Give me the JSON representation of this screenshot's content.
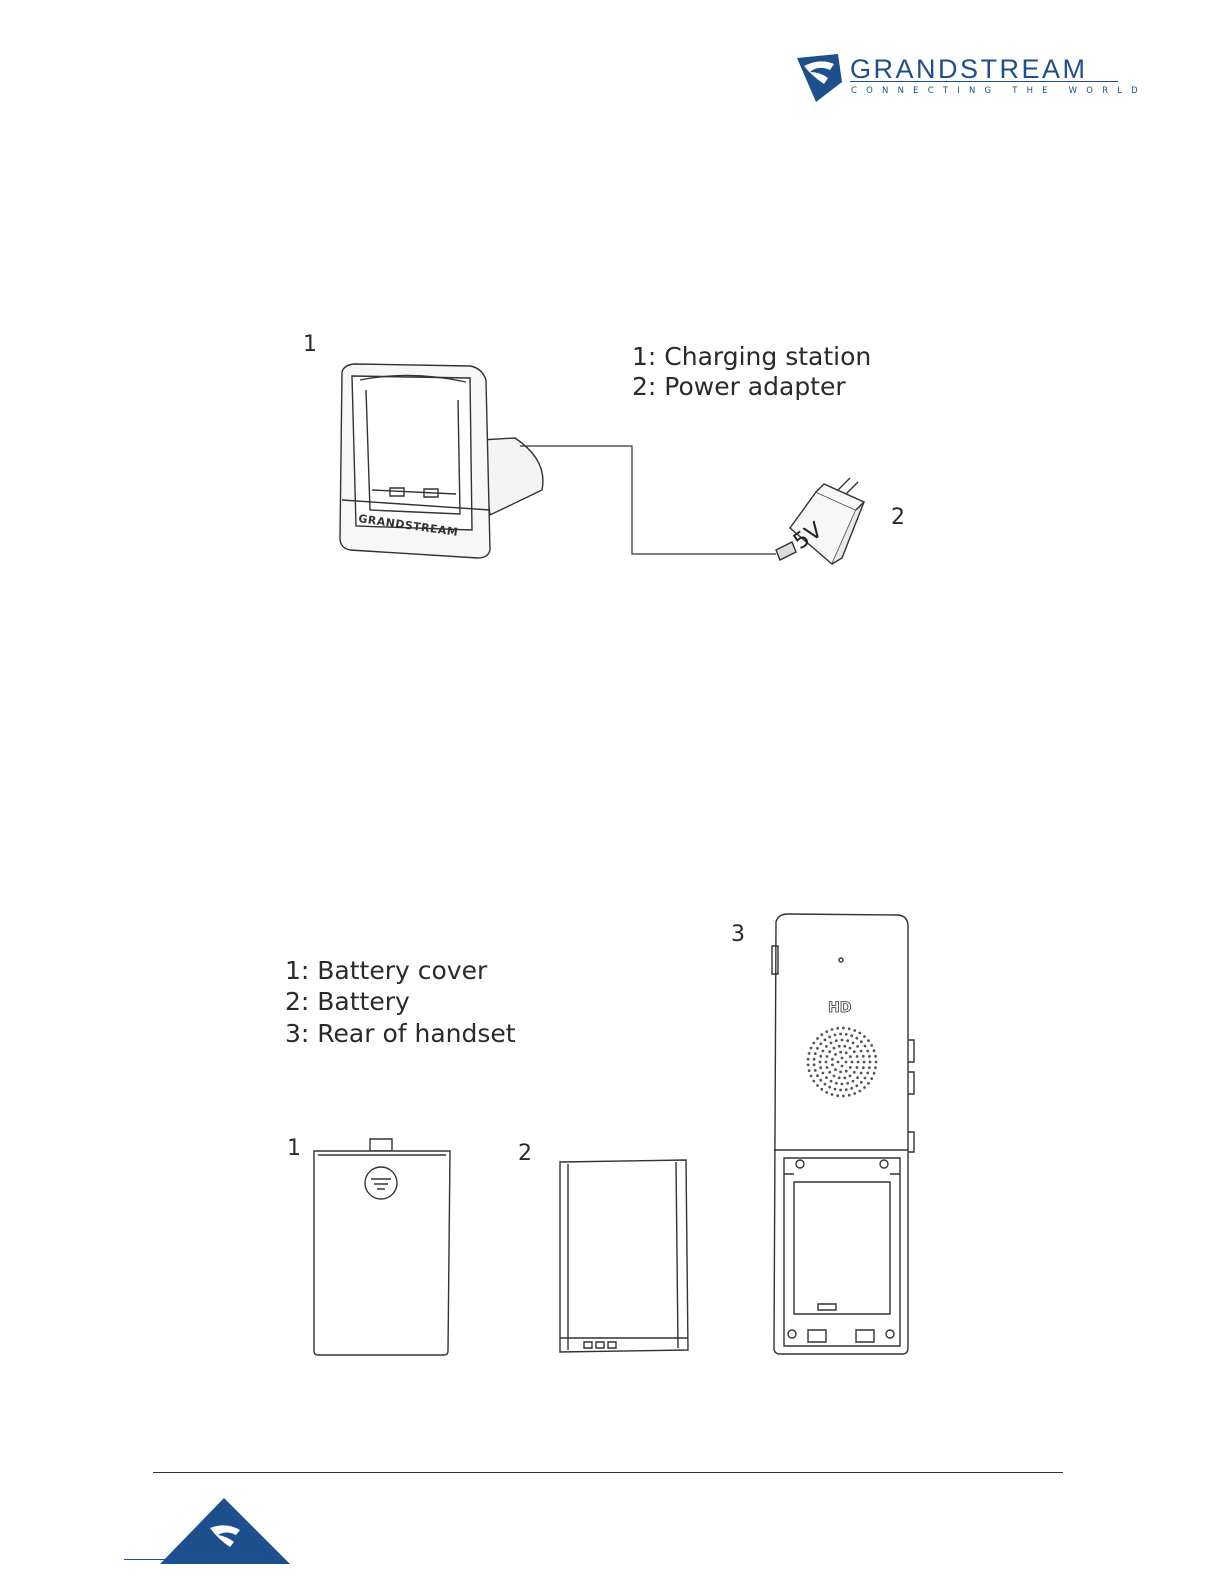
{
  "brand": {
    "name": "GRANDSTREAM",
    "tagline": "CONNECTING THE WORLD",
    "accent": "#1d4f8c"
  },
  "figure1": {
    "callout_station": "1",
    "callout_adapter": "2",
    "legend": [
      "1: Charging station",
      "2: Power adapter"
    ],
    "station_brand": "GRANDSTREAM",
    "adapter_text": "5V"
  },
  "figure2": {
    "callout_handset": "3",
    "callout_cover": "1",
    "callout_battery": "2",
    "legend": [
      "1: Battery cover",
      "2: Battery",
      "3: Rear of handset"
    ],
    "handset_badge": "HD"
  },
  "icons": {
    "header_logo": "grandstream-logo-icon",
    "footer_logo": "grandstream-triangle-icon"
  }
}
